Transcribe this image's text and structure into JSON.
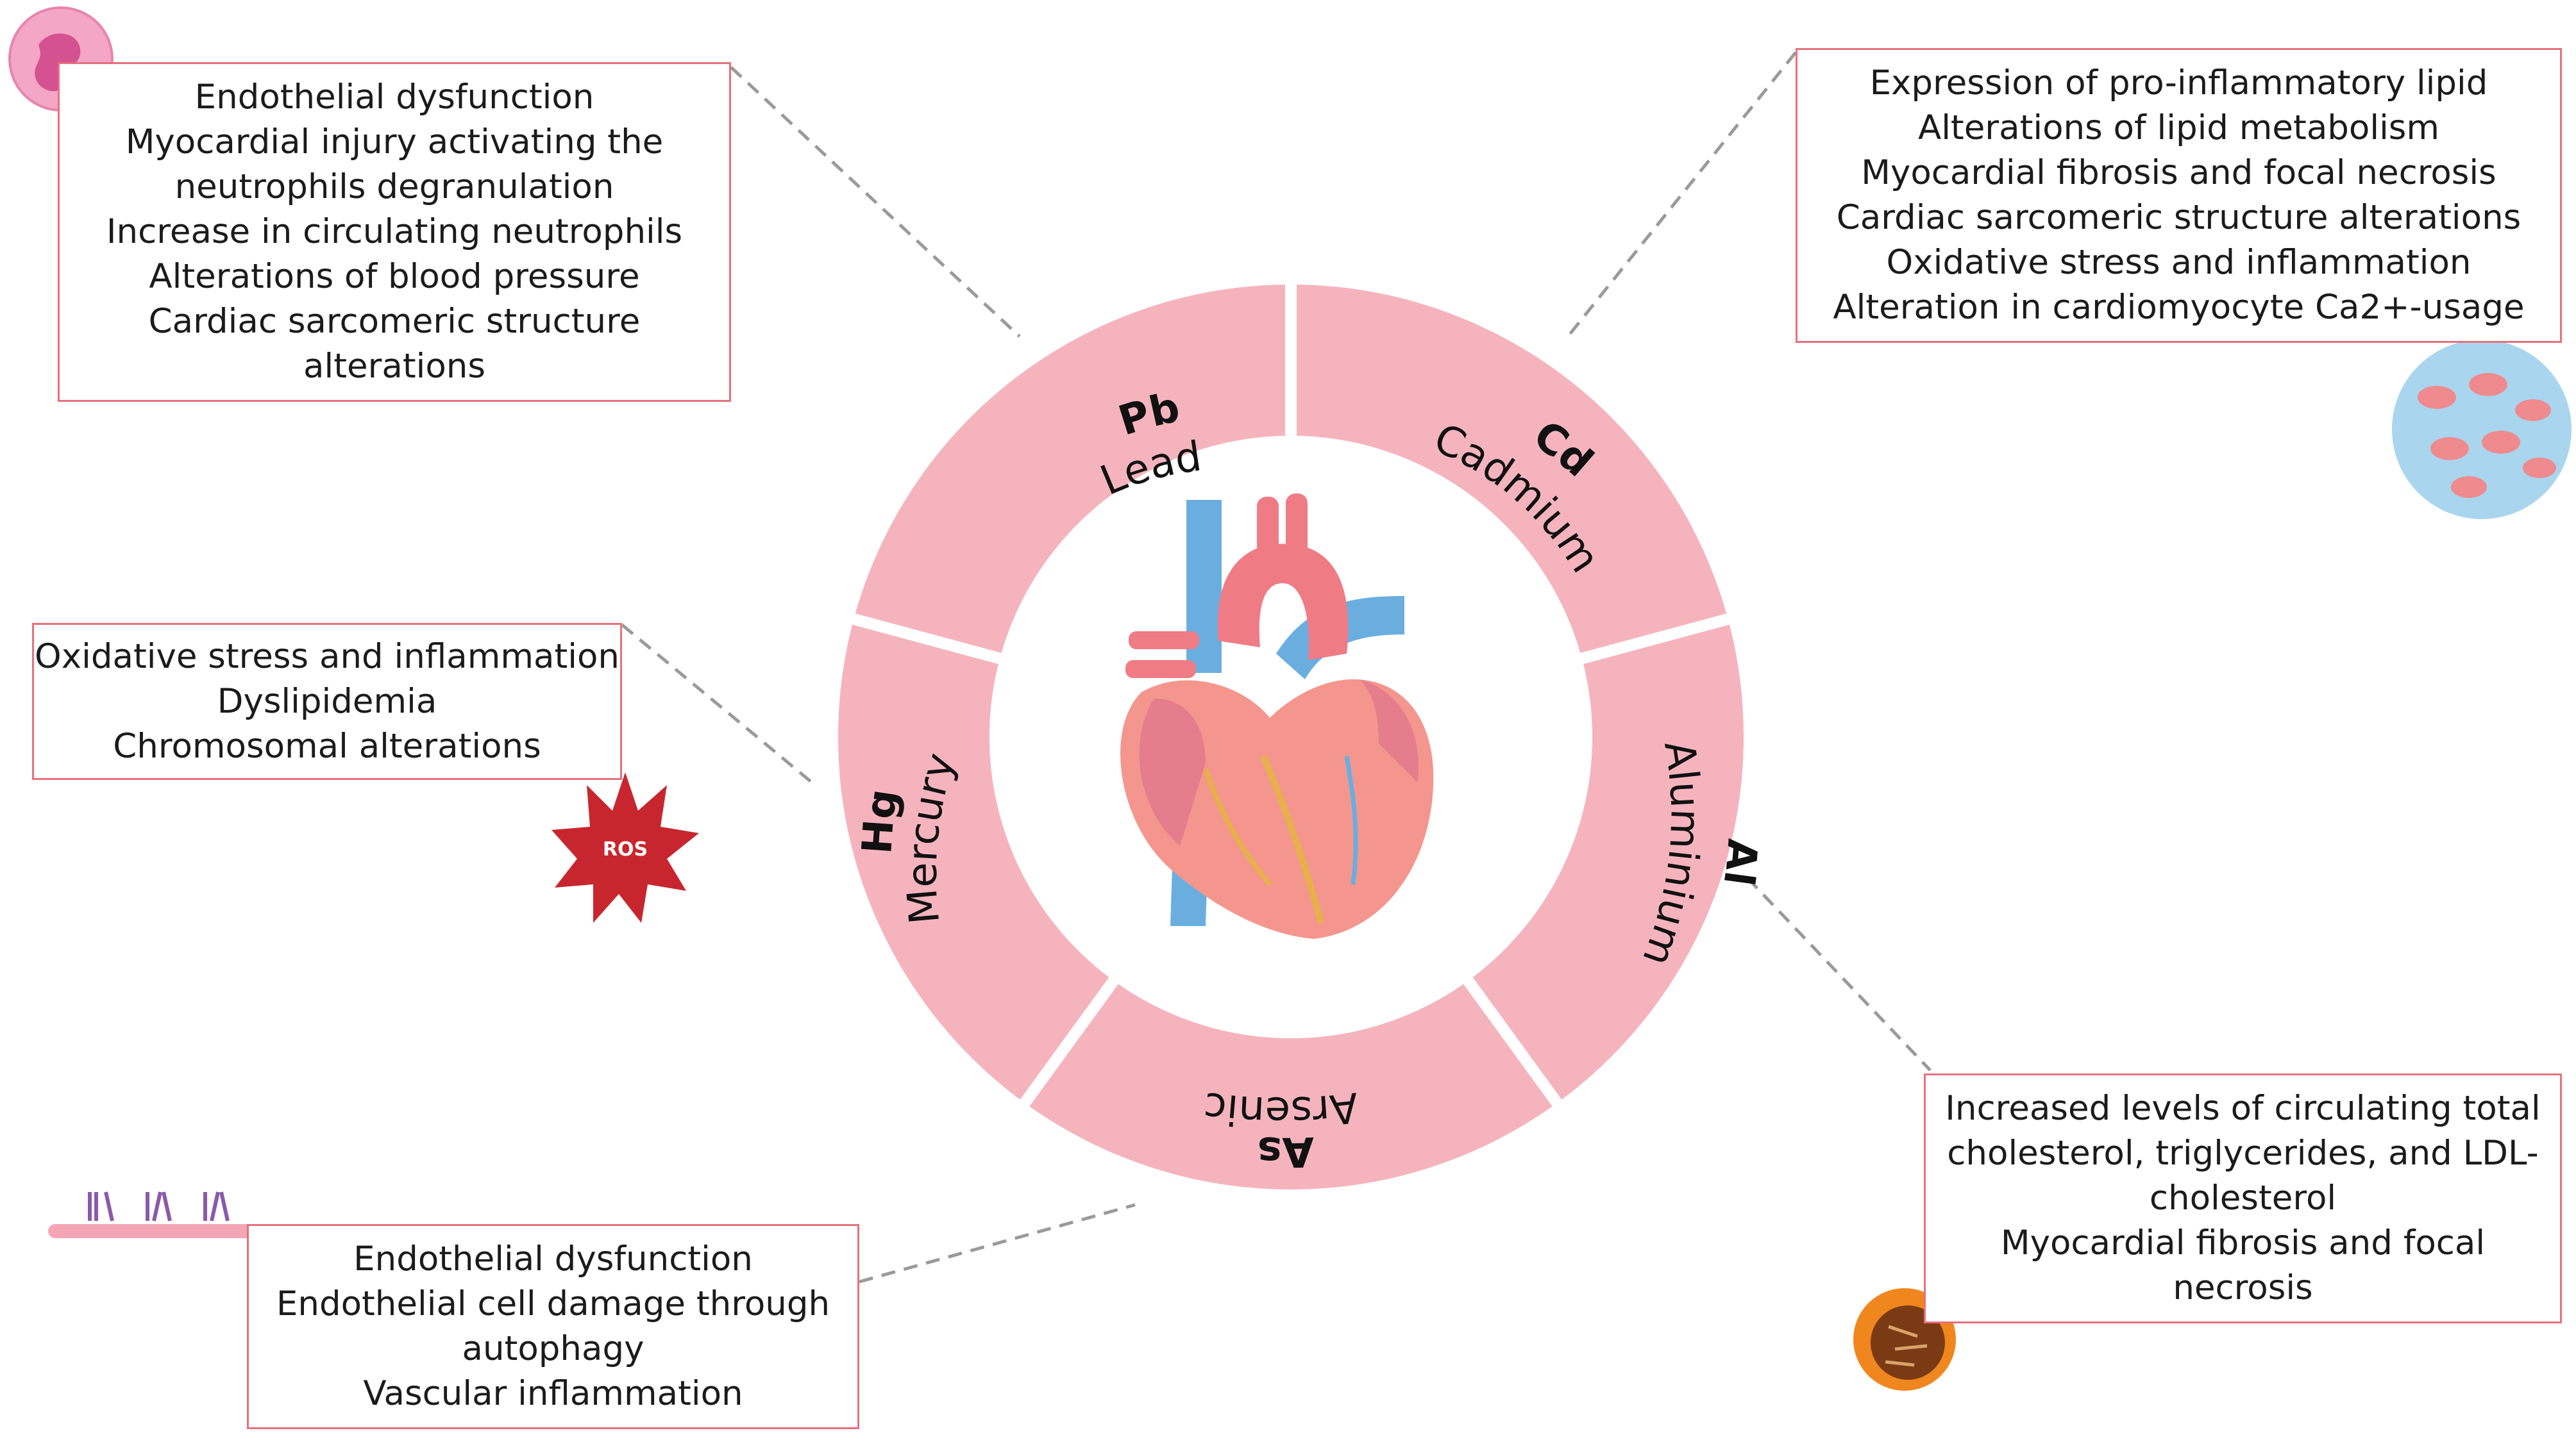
{
  "ring": {
    "segment_color": "#f5b4bd",
    "segments": [
      {
        "key": "pb",
        "symbol": "Pb",
        "name": "Lead"
      },
      {
        "key": "cd",
        "symbol": "Cd",
        "name": "Cadmium"
      },
      {
        "key": "al",
        "symbol": "Al",
        "name": "Aluminium"
      },
      {
        "key": "as",
        "symbol": "As",
        "name": "Arsenic"
      },
      {
        "key": "hg",
        "symbol": "Hg",
        "name": "Mercury"
      }
    ]
  },
  "effects": {
    "lead": [
      "Endothelial dysfunction",
      "Myocardial injury activating the",
      "neutrophils degranulation",
      "Increase in circulating neutrophils",
      "Alterations of blood pressure",
      "Cardiac sarcomeric structure",
      "alterations"
    ],
    "cadmium": [
      "Expression of pro-inflammatory lipid",
      "Alterations of lipid metabolism",
      "Myocardial fibrosis  and focal  necrosis",
      "Cardiac sarcomeric structure alterations",
      "Oxidative stress and inflammation",
      "Alteration in cardiomyocyte Ca2+-usage"
    ],
    "mercury": [
      "Oxidative stress and inflammation",
      "Dyslipidemia",
      "Chromosomal alterations"
    ],
    "aluminium": [
      "Increased levels of circulating total",
      "cholesterol, triglycerides, and LDL-",
      "cholesterol",
      "Myocardial fibrosis and focal",
      "necrosis"
    ],
    "arsenic": [
      "Endothelial dysfunction",
      "Endothelial cell damage through",
      "autophagy",
      "Vascular inflammation"
    ]
  },
  "icons": {
    "ros_label": "ROS"
  },
  "colors": {
    "box_border": "#e7707e",
    "ring": "#f5b4bd",
    "heart_red": "#ef7b84",
    "vessel_blue": "#6aaee0",
    "ros_red": "#c8262e"
  }
}
